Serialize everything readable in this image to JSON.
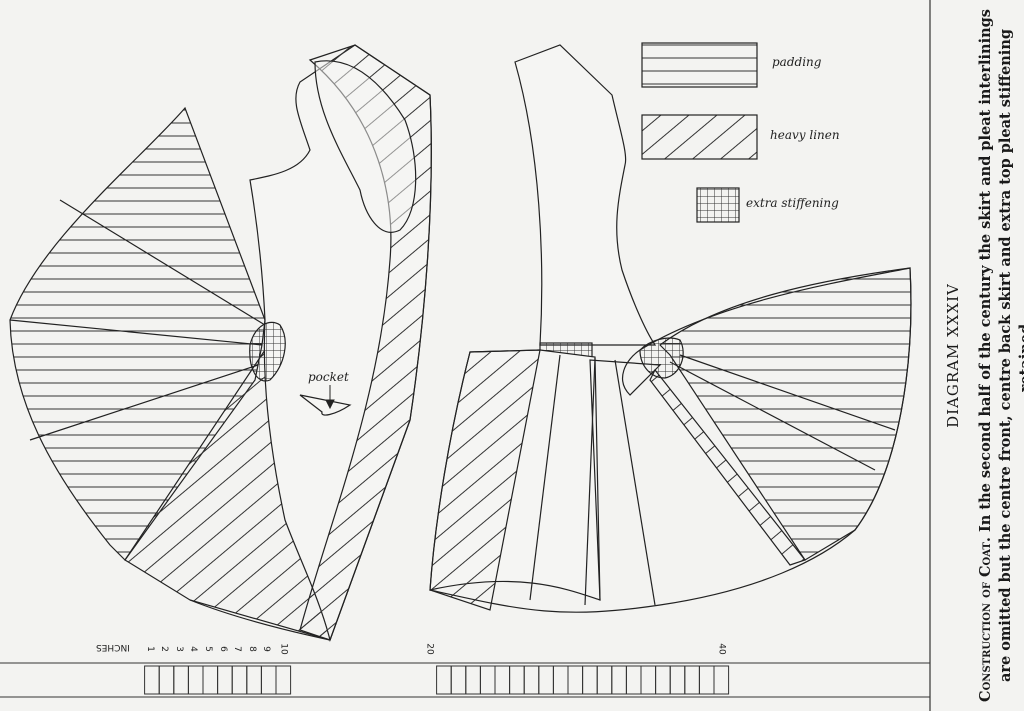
{
  "legend": [
    {
      "label": "padding",
      "pattern": "horizontal-lines"
    },
    {
      "label": "heavy linen",
      "pattern": "diagonal-lines"
    },
    {
      "label": "extra stiffening",
      "pattern": "grid"
    }
  ],
  "annotations": {
    "pocket": "pocket"
  },
  "scale": {
    "unit_label": "INCHES",
    "ticks": [
      "1",
      "2",
      "3",
      "4",
      "5",
      "6",
      "7",
      "8",
      "9",
      "10",
      "20",
      "40"
    ]
  },
  "caption": {
    "title": "DIAGRAM XXXIV",
    "lead": "Construction of Coat.",
    "text": "In the second half of the century the skirt and pleat interlinings are omitted but the centre front, centre back skirt and extra top pleat stiffening retained."
  }
}
